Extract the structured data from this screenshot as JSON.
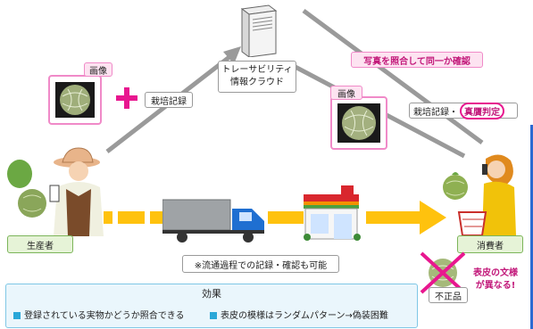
{
  "cloud": {
    "label_line1": "トレーサビリティ",
    "label_line2": "情報クラウド"
  },
  "left": {
    "image_label": "画像",
    "record_label": "栽培記録"
  },
  "right": {
    "image_label": "画像",
    "check_label": "写真を照合して同一か確認",
    "record_label": "栽培記録・",
    "judge_label": "真贋判定"
  },
  "producer_label": "生産者",
  "consumer_label": "消費者",
  "distribution_note": "※流通過程での記録・確認も可能",
  "fake": {
    "label": "不正品",
    "note_line1": "表皮の文様",
    "note_line2": "が異なる!"
  },
  "effects": {
    "title": "効果",
    "item1": "登録されている実物かどうか照合できる",
    "item2": "表皮の模様はランダムパターン→偽装困難"
  }
}
